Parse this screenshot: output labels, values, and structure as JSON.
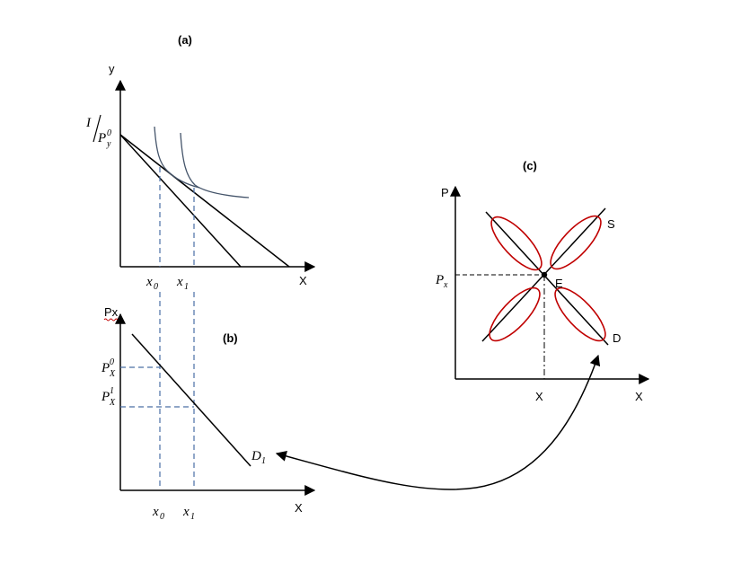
{
  "panel_a": {
    "title": "(a)",
    "y_axis": "y",
    "x_axis": "X",
    "intercept_num": "I",
    "intercept_den": "P",
    "intercept_den_sub": "y",
    "intercept_den_sup": "0",
    "x0": "x",
    "x0_sub": "0",
    "x1": "x",
    "x1_sub": "1"
  },
  "panel_b": {
    "title": "(b)",
    "y_axis": "Px",
    "x_axis": "X",
    "p0": "P",
    "p0_sub": "X",
    "p0_sup": "0",
    "p1": "P",
    "p1_sub": "X",
    "p1_sup": "1",
    "curve": "D",
    "curve_sub": "1",
    "x0": "x",
    "x0_sub": "0",
    "x1": "x",
    "x1_sub": "1"
  },
  "panel_c": {
    "title": "(c)",
    "y_axis": "P",
    "x_axis": "X",
    "price": "P",
    "price_sub": "x",
    "equilibrium": "E",
    "supply": "S",
    "demand": "D",
    "x_eq": "X"
  },
  "colors": {
    "axes": "#000000",
    "indifference": "#44546a",
    "guides": "#4a6fa5",
    "ellipses": "#c00000"
  }
}
